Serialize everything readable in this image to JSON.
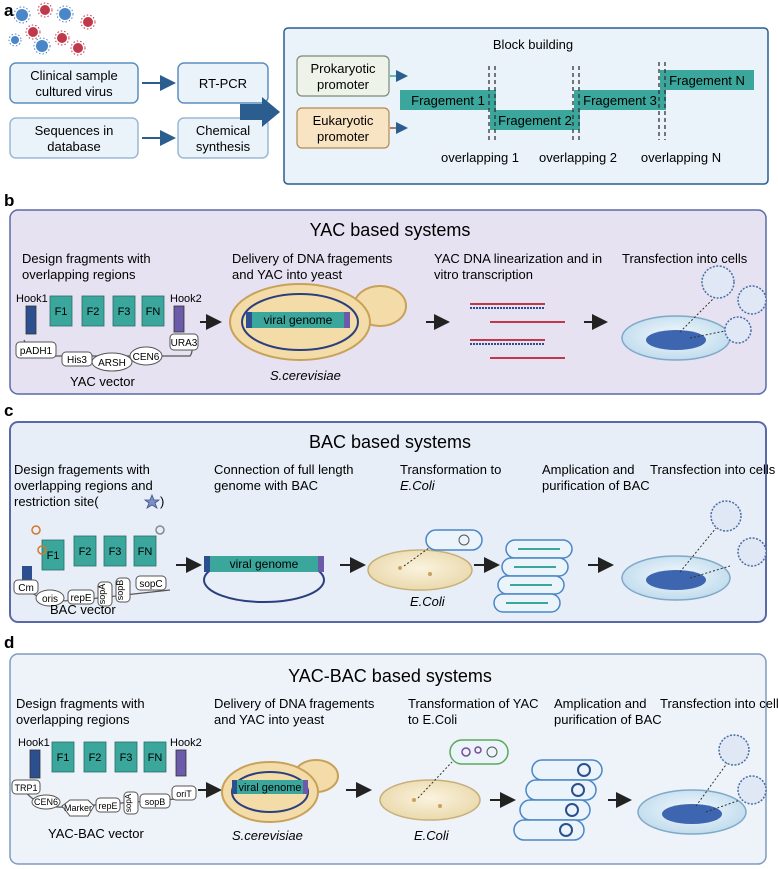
{
  "panels": {
    "a": {
      "letter": "a",
      "sources": [
        {
          "line1": "Clinical sample",
          "line2": "cultured virus"
        },
        {
          "line1": "Sequences in",
          "line2": "database"
        }
      ],
      "methods": [
        {
          "line1": "RT-PCR",
          "line2": ""
        },
        {
          "line1": "Chemical",
          "line2": "synthesis"
        }
      ],
      "block_title": "Block building",
      "promoters": [
        {
          "line1": "Prokaryotic",
          "line2": "promoter"
        },
        {
          "line1": "Eukaryotic",
          "line2": "promoter"
        }
      ],
      "fragments": [
        "Fragement 1",
        "Fragement 2",
        "Fragement 3",
        "Fragement N"
      ],
      "overlaps": [
        "overlapping 1",
        "overlapping 2",
        "overlapping N"
      ]
    },
    "b": {
      "letter": "b",
      "title": "YAC based systems",
      "steps": [
        {
          "line1": "Design fragments with",
          "line2": "overlapping regions"
        },
        {
          "line1": "Delivery of DNA fragements",
          "line2": "and YAC into yeast"
        },
        {
          "line1": "YAC DNA linearization and in",
          "line2": "vitro transcription"
        },
        {
          "line1": "Transfection into cells",
          "line2": ""
        }
      ],
      "fragments": [
        "F1",
        "F2",
        "F3",
        "FN"
      ],
      "hooks": [
        "Hook1",
        "Hook2"
      ],
      "elements": [
        "pADH1",
        "His3",
        "ARSH",
        "CEN6",
        "URA3"
      ],
      "vector_label": "YAC vector",
      "genome_label": "viral genome",
      "organism": "S.cerevisiae"
    },
    "c": {
      "letter": "c",
      "title": "BAC based systems",
      "steps": [
        {
          "line1": "Design fragements with",
          "line2": "overlapping regions and",
          "line3": "restriction site(",
          "line3b": ")"
        },
        {
          "line1": "Connection of full length",
          "line2": "genome with BAC",
          "line3": ""
        },
        {
          "line1": "Transformation to",
          "line2": "E.Coli",
          "line3": ""
        },
        {
          "line1": "Amplication and",
          "line2": "purification of BAC",
          "line3": ""
        },
        {
          "line1": "Transfection into cells",
          "line2": "",
          "line3": ""
        }
      ],
      "fragments": [
        "F1",
        "F2",
        "F3",
        "FN"
      ],
      "elements": [
        "Cm",
        "oris",
        "repE",
        "sopA",
        "sopB",
        "sopC"
      ],
      "vector_label": "BAC vector",
      "genome_label": "viral genome",
      "organism": "E.Coli"
    },
    "d": {
      "letter": "d",
      "title": "YAC-BAC based systems",
      "steps": [
        {
          "line1": "Design fragments with",
          "line2": "overlapping regions"
        },
        {
          "line1": "Delivery of DNA fragements",
          "line2": "and YAC into yeast"
        },
        {
          "line1": "Transformation of YAC",
          "line2": "to E.Coli"
        },
        {
          "line1": "Amplication and",
          "line2": "purification of BAC"
        },
        {
          "line1": "Transfection into cells",
          "line2": ""
        }
      ],
      "fragments": [
        "F1",
        "F2",
        "F3",
        "FN"
      ],
      "hooks": [
        "Hook1",
        "Hook2"
      ],
      "elements": [
        "TRP1",
        "CEN6",
        "Marker",
        "repE",
        "sopA",
        "sopB",
        "oriT"
      ],
      "vector_label": "YAC-BAC vector",
      "genome_label": "viral genome",
      "organism_yeast": "S.cerevisiae",
      "organism_ecoli": "E.Coli"
    }
  },
  "colors": {
    "panel_b_bg": "#e6e2f1",
    "panel_c_bg": "#e8eef8",
    "panel_d_bg": "#eef3fa",
    "panel_border": "#5a6aa8",
    "fragment": "#3aa69c",
    "arrow": "#2b5d8f",
    "virus_blue": "#4a86c8",
    "virus_red": "#c0394b"
  }
}
